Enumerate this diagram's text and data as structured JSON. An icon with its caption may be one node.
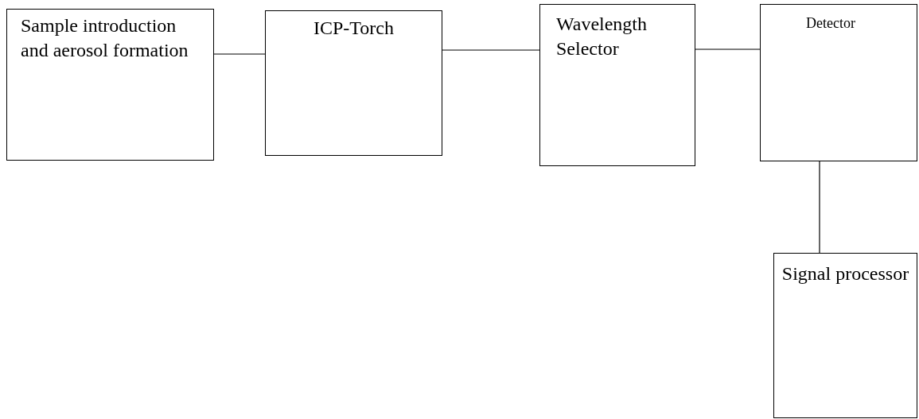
{
  "diagram": {
    "nodes": [
      {
        "text": [
          "Sample introduction and aerosol formation"
        ]
      },
      {
        "text": [
          "ICP-Torch"
        ]
      },
      {
        "text": [
          "Wavelength Selector"
        ]
      },
      {
        "text": [
          "Detector"
        ]
      },
      {
        "text": [
          "Signal processor"
        ]
      }
    ],
    "edges": [
      {
        "from": 0,
        "to": 1,
        "arrow": "none"
      },
      {
        "from": 1,
        "to": 2,
        "arrow": "none"
      },
      {
        "from": 2,
        "to": 3,
        "arrow": "none"
      },
      {
        "from": 3,
        "to": 4,
        "arrow": "none"
      }
    ]
  }
}
